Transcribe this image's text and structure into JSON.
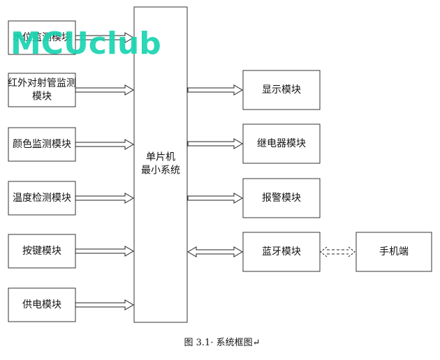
{
  "watermark": "MCUclub",
  "left_modules": [
    {
      "id": "water",
      "lines": [
        "水位监测模块"
      ]
    },
    {
      "id": "ir",
      "lines": [
        "红外对射管监测",
        "模块"
      ]
    },
    {
      "id": "color",
      "lines": [
        "颜色监测模块"
      ]
    },
    {
      "id": "temp",
      "lines": [
        "温度检测模块"
      ]
    },
    {
      "id": "keys",
      "lines": [
        "按键模块"
      ]
    },
    {
      "id": "power",
      "lines": [
        "供电模块"
      ]
    }
  ],
  "mcu": {
    "lines": [
      "单片机",
      "最小系统"
    ]
  },
  "right_modules": [
    {
      "id": "display",
      "lines": [
        "显示模块"
      ],
      "arrow": "out"
    },
    {
      "id": "relay",
      "lines": [
        "继电器模块"
      ],
      "arrow": "out"
    },
    {
      "id": "alarm",
      "lines": [
        "报警模块"
      ],
      "arrow": "out"
    },
    {
      "id": "bluetooth",
      "lines": [
        "蓝牙模块"
      ],
      "arrow": "both"
    }
  ],
  "phone": {
    "lines": [
      "手机端"
    ]
  },
  "caption": "图 3.1· 系统框图↵"
}
